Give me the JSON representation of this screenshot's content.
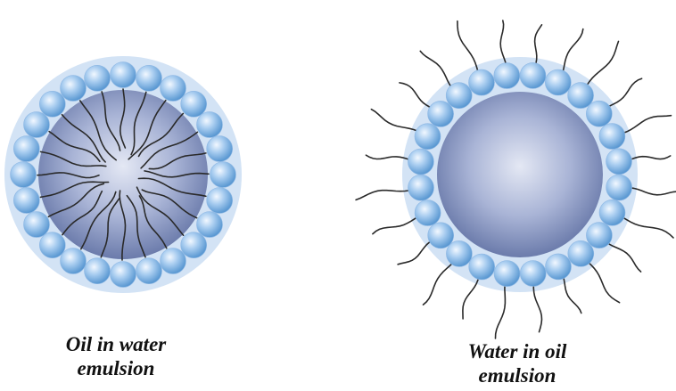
{
  "diagram": {
    "oil_in_water": {
      "caption_line1": "Oil in water",
      "caption_line2": "emulsion"
    },
    "water_in_oil": {
      "caption_line1": "Water in oil",
      "caption_line2": "emulsion"
    }
  },
  "colors": {
    "halo": "#cfe0f4",
    "core_light": "#d9e0f0",
    "core_dark": "#6f7fb0",
    "head_light": "#e6f2ff",
    "head_dark": "#5f9fd8",
    "tail": "#2a2a2a"
  }
}
